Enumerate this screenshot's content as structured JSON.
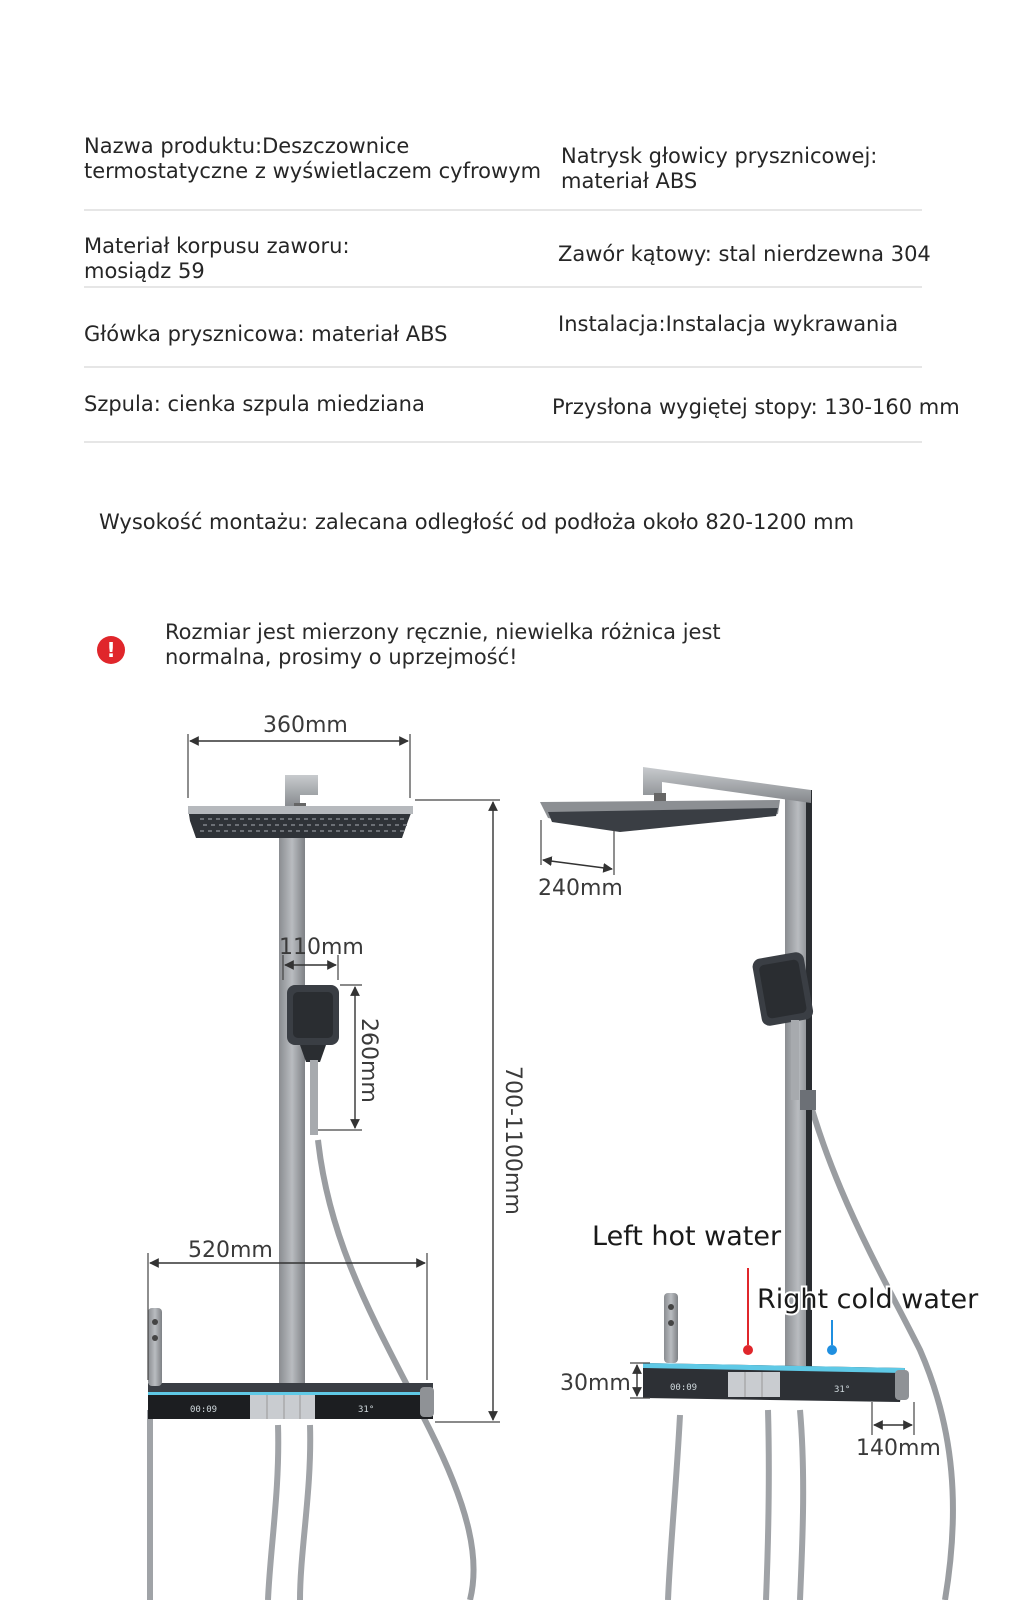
{
  "specs": {
    "product_name": "Nazwa produktu:Deszczownice\ntermostatyczne z wyświetlaczem cyfrowym",
    "head_spray": "Natrysk głowicy prysznicowej:\nmateriał ABS",
    "valve_body": "Materiał korpusu zaworu:\nmosiądz 59",
    "angle_valve": "Zawór kątowy: stal nierdzewna 304",
    "shower_head": "Główka prysznicowa: materiał ABS",
    "installation": "Instalacja:Instalacja wykrawania",
    "spool": "Szpula: cienka szpula miedziana",
    "offset": "Przysłona wygiętej stopy: 130-160 mm",
    "mount_height": "Wysokość montażu: zalecana odległość od podłoża około 820-1200 mm"
  },
  "warning": {
    "icon": "exclamation-icon",
    "symbol": "!",
    "text_line1": "Rozmiar jest mierzony ręcznie, niewielka różnica jest",
    "text_line2": "normalna, prosimy o uprzejmość!",
    "color": "#e0262b"
  },
  "dimensions": {
    "head_width": "360mm",
    "head_depth": "240mm",
    "handheld_width": "110mm",
    "handheld_height": "260mm",
    "total_height": "700-1100mm",
    "shelf_width": "520mm",
    "shelf_height": "30mm",
    "inlet_offset": "140mm"
  },
  "callouts": {
    "hot": "Left hot water",
    "cold": "Right cold water",
    "hot_color": "#e0262b",
    "cold_color": "#1f8fe0"
  },
  "display": {
    "left_readout": "00:09",
    "right_readout": "31°"
  }
}
